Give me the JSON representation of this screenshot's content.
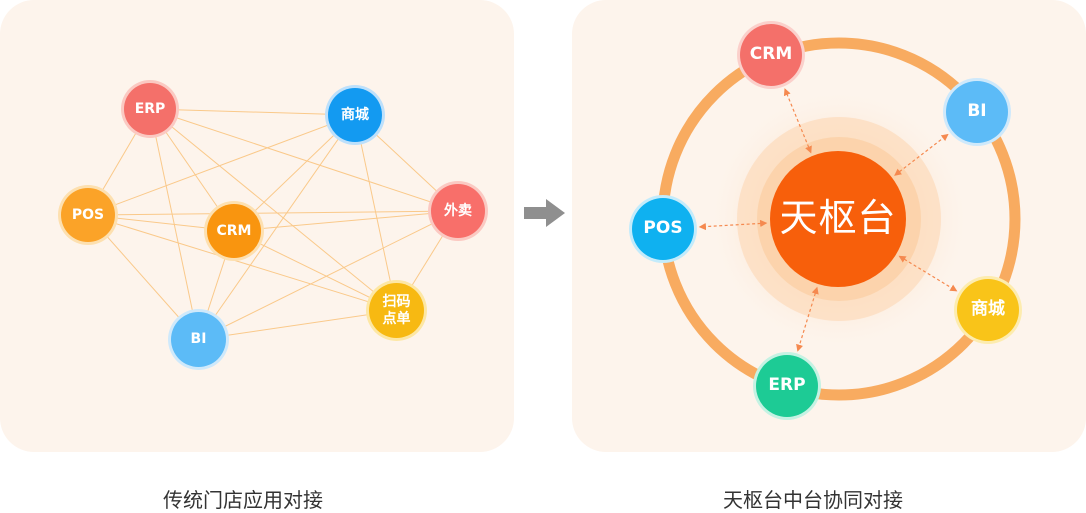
{
  "left": {
    "nodes": {
      "erp": {
        "label": "ERP",
        "color": "#f4706a"
      },
      "shop": {
        "label": "商城",
        "color": "#139af1"
      },
      "pos": {
        "label": "POS",
        "color": "#fba328"
      },
      "crm": {
        "label": "CRM",
        "color": "#f9950f"
      },
      "takeout": {
        "label": "外卖",
        "color": "#f86f6a"
      },
      "scan": {
        "label": "扫码\n点单",
        "color": "#f7b912"
      },
      "bi": {
        "label": "BI",
        "color": "#5cbbf7"
      }
    },
    "caption": "传统门店应用对接"
  },
  "right": {
    "hub": {
      "label": "天枢台",
      "color": "#f75f0b"
    },
    "nodes": {
      "crm": {
        "label": "CRM",
        "color": "#f4706a"
      },
      "bi": {
        "label": "BI",
        "color": "#5cbbf7"
      },
      "pos": {
        "label": "POS",
        "color": "#0fb1f0"
      },
      "shop": {
        "label": "商城",
        "color": "#f9c419"
      },
      "erp": {
        "label": "ERP",
        "color": "#1dcb95"
      }
    },
    "caption": "天枢台中台协同对接"
  },
  "colors": {
    "panel_bg": "#fdf4ec",
    "link_line": "#fac98a",
    "ring": "#f8ab60",
    "arrow": "#f5894f",
    "transition_arrow": "#8f8f8f"
  }
}
